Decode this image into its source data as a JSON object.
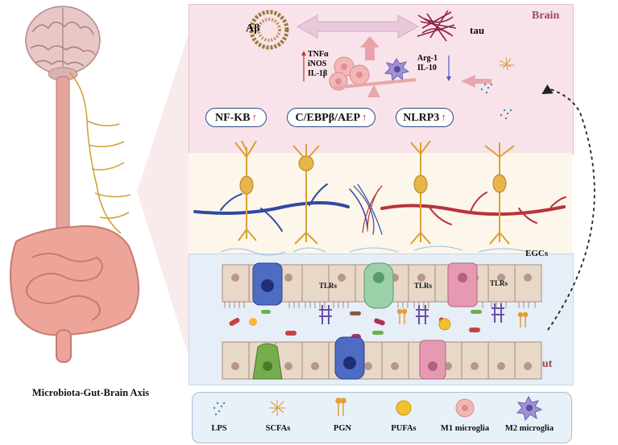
{
  "diagram": {
    "left_caption": "Microbiota-Gut-Brain Axis",
    "brain_label": "Brain",
    "gut_label": "Gut",
    "abeta": "Aβ",
    "tau": "tau",
    "m1_markers": [
      "TNFα",
      "iNOS",
      "IL-1β"
    ],
    "m2_markers": [
      "Arg-1",
      "IL-10"
    ],
    "pathways": [
      {
        "name": "NF-KB",
        "arrow": "↑"
      },
      {
        "name": "C/EBPβ/AEP",
        "arrow": "↑"
      },
      {
        "name": "NLRP3",
        "arrow": "↑"
      }
    ],
    "egcs": "EGCs",
    "tlrs": [
      "TLRs",
      "TLRs",
      "TLRs"
    ]
  },
  "legend": [
    {
      "label": "LPS",
      "icon": "lps-dots-icon"
    },
    {
      "label": "SCFAs",
      "icon": "scfa-fibers-icon"
    },
    {
      "label": "PGN",
      "icon": "pgn-lipid-icon"
    },
    {
      "label": "PUFAs",
      "icon": "pufa-sphere-icon"
    },
    {
      "label": "M1 microglia",
      "icon": "m1-microglia-icon"
    },
    {
      "label": "M2 microglia",
      "icon": "m2-microglia-icon"
    }
  ],
  "colors": {
    "brain_panel": "#f9e3ea",
    "neuron_panel": "#fdf6ea",
    "gut_panel": "#e6eef8",
    "legend_panel": "#e8f0f8",
    "artery": "#b8333a",
    "vein": "#2f4aa0",
    "neuron": "#d9a133"
  }
}
